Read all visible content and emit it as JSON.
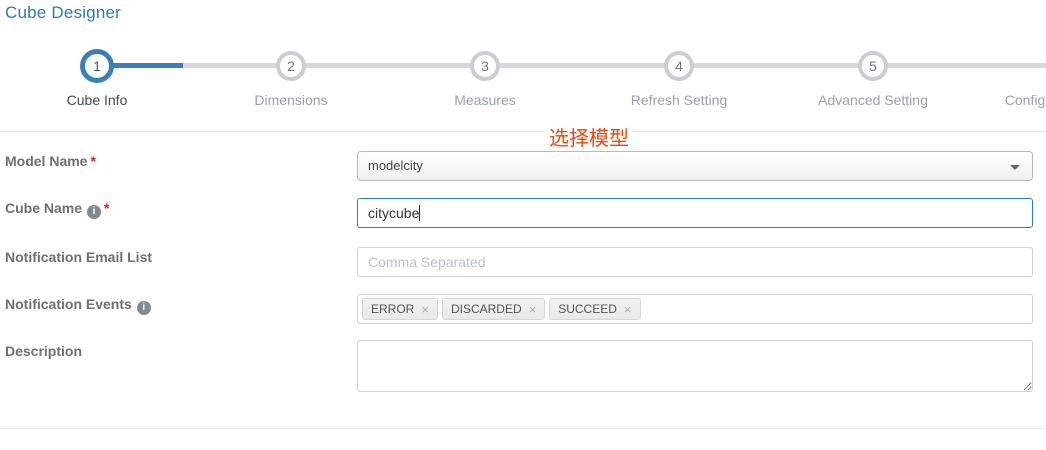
{
  "page": {
    "title": "Cube Designer"
  },
  "annotation": {
    "text": "选择模型",
    "color": "#f54508"
  },
  "stepper": {
    "steps": [
      {
        "number": "1",
        "label": "Cube Info",
        "active": true
      },
      {
        "number": "2",
        "label": "Dimensions",
        "active": false
      },
      {
        "number": "3",
        "label": "Measures",
        "active": false
      },
      {
        "number": "4",
        "label": "Refresh Setting",
        "active": false
      },
      {
        "number": "5",
        "label": "Advanced Setting",
        "active": false
      },
      {
        "number": "",
        "label": "Config",
        "active": false,
        "clipped": true
      }
    ]
  },
  "form": {
    "model_name": {
      "label": "Model Name",
      "required": true,
      "value": "modelcity"
    },
    "cube_name": {
      "label": "Cube Name",
      "required": true,
      "has_info": true,
      "value": "citycube"
    },
    "notification_email_list": {
      "label": "Notification Email List",
      "placeholder": "Comma Separated",
      "value": ""
    },
    "notification_events": {
      "label": "Notification Events",
      "has_info": true,
      "tags": [
        "ERROR",
        "DISCARDED",
        "SUCCEED"
      ]
    },
    "description": {
      "label": "Description",
      "value": ""
    }
  },
  "colors": {
    "title_blue": "#2e7cad",
    "step_active_blue": "#3b7fb7",
    "step_inactive_gray": "#c9ced3",
    "annotation_red": "#f54508",
    "focused_input_border": "#2a7cba"
  }
}
